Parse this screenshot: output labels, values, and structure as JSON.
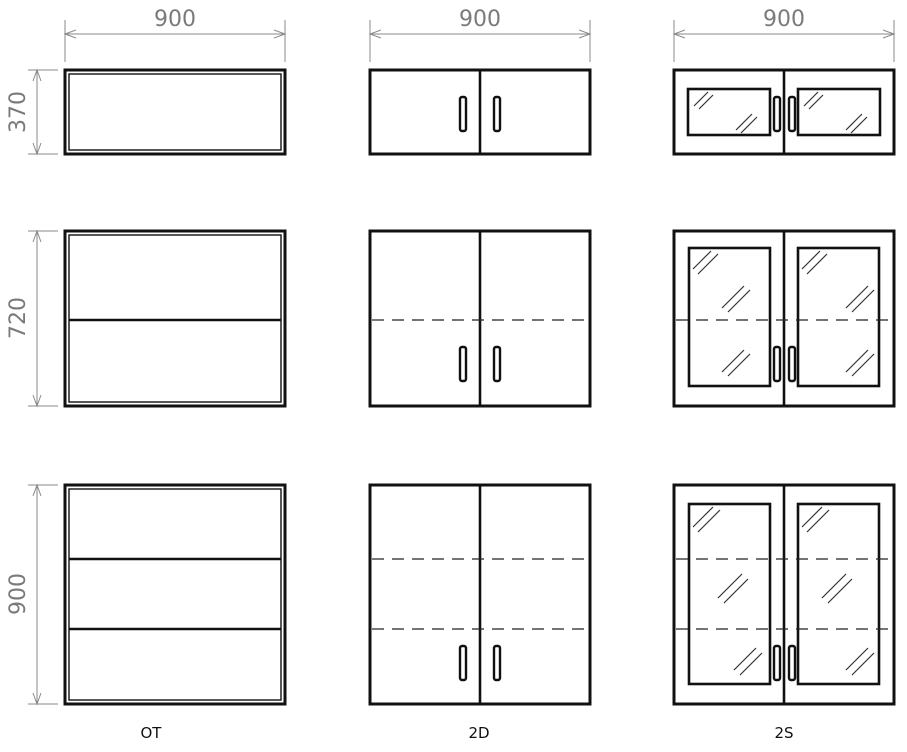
{
  "drawing": {
    "width_labels": [
      "900",
      "900",
      "900"
    ],
    "height_labels": [
      "370",
      "720",
      "900"
    ],
    "column_labels": [
      "OT",
      "2D",
      "2S"
    ]
  },
  "colors": {
    "outline": "#111111",
    "dimension": "#8a8a8a",
    "background": "#ffffff"
  }
}
